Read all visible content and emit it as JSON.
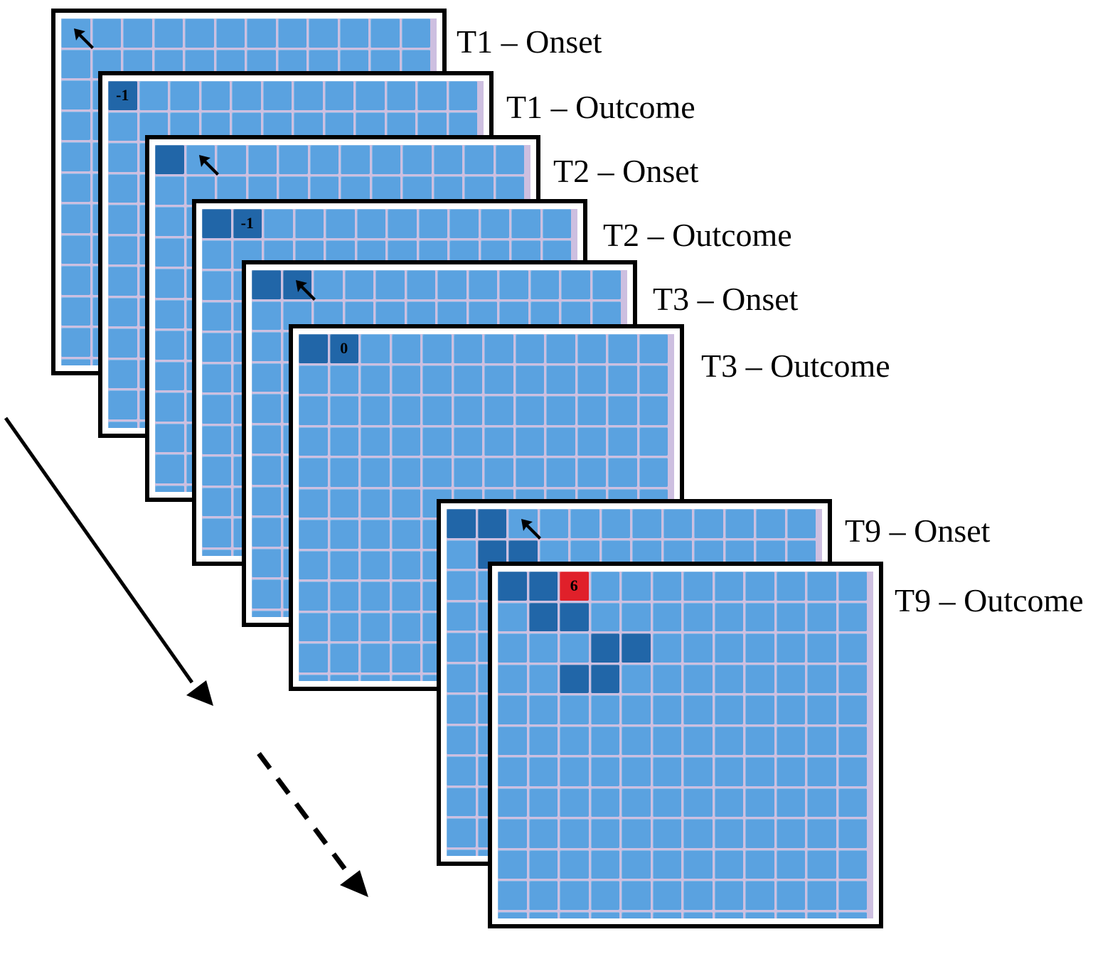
{
  "colors": {
    "tile": "#5aa2e0",
    "tile_revealed": "#2166a8",
    "tile_bust": "#e0202a",
    "grid_line": "#cdbfe0",
    "frame": "#000000"
  },
  "panels": [
    {
      "label": "T1 – Onset",
      "cells": [],
      "cursor": [
        0,
        0
      ]
    },
    {
      "label": "T1 – Outcome",
      "cells": [
        {
          "row": 0,
          "col": 0,
          "state": "revealed",
          "text": "-1"
        }
      ],
      "cursor": null
    },
    {
      "label": "T2 – Onset",
      "cells": [
        {
          "row": 0,
          "col": 0,
          "state": "revealed",
          "text": ""
        }
      ],
      "cursor": [
        0,
        1
      ]
    },
    {
      "label": "T2 – Outcome",
      "cells": [
        {
          "row": 0,
          "col": 0,
          "state": "revealed",
          "text": ""
        },
        {
          "row": 0,
          "col": 1,
          "state": "revealed",
          "text": "-1"
        }
      ],
      "cursor": null
    },
    {
      "label": "T3 – Onset",
      "cells": [
        {
          "row": 0,
          "col": 0,
          "state": "revealed",
          "text": ""
        },
        {
          "row": 0,
          "col": 1,
          "state": "revealed",
          "text": ""
        }
      ],
      "cursor": [
        0,
        1
      ]
    },
    {
      "label": "T3 – Outcome",
      "cells": [
        {
          "row": 0,
          "col": 0,
          "state": "revealed",
          "text": ""
        },
        {
          "row": 0,
          "col": 1,
          "state": "revealed",
          "text": "0"
        }
      ],
      "cursor": null
    },
    {
      "label": "T9 – Onset",
      "cells": [
        {
          "row": 0,
          "col": 0,
          "state": "revealed",
          "text": ""
        },
        {
          "row": 0,
          "col": 1,
          "state": "revealed",
          "text": ""
        },
        {
          "row": 1,
          "col": 1,
          "state": "revealed",
          "text": ""
        },
        {
          "row": 1,
          "col": 2,
          "state": "revealed",
          "text": ""
        }
      ],
      "cursor": [
        0,
        2
      ]
    },
    {
      "label": "T9 – Outcome",
      "cells": [
        {
          "row": 0,
          "col": 0,
          "state": "revealed",
          "text": ""
        },
        {
          "row": 0,
          "col": 1,
          "state": "revealed",
          "text": ""
        },
        {
          "row": 0,
          "col": 2,
          "state": "bust",
          "text": "6"
        },
        {
          "row": 1,
          "col": 1,
          "state": "revealed",
          "text": ""
        },
        {
          "row": 1,
          "col": 2,
          "state": "revealed",
          "text": ""
        },
        {
          "row": 2,
          "col": 3,
          "state": "revealed",
          "text": ""
        },
        {
          "row": 2,
          "col": 4,
          "state": "revealed",
          "text": ""
        },
        {
          "row": 3,
          "col": 2,
          "state": "revealed",
          "text": ""
        },
        {
          "row": 3,
          "col": 3,
          "state": "revealed",
          "text": ""
        }
      ],
      "cursor": null
    }
  ]
}
